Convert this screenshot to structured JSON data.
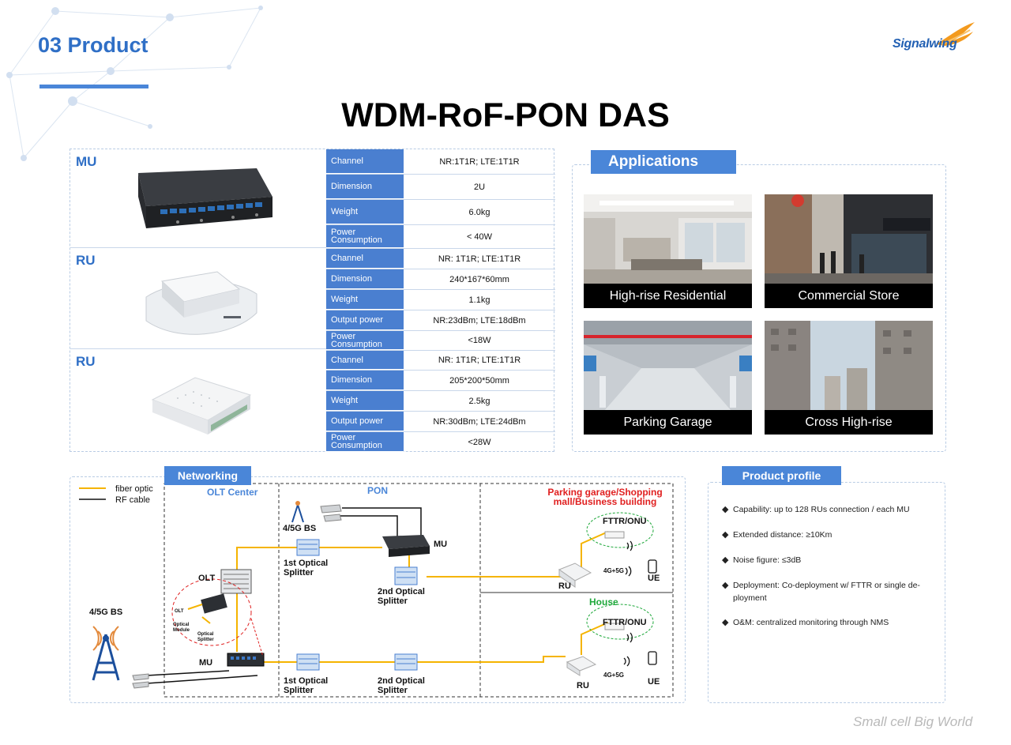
{
  "header": {
    "section_title": "03 Product",
    "logo_text": "Signalwing",
    "main_title": "WDM-RoF-PON DAS"
  },
  "products": [
    {
      "label": "MU",
      "specs": [
        {
          "key": "Channel",
          "value": "NR:1T1R;  LTE:1T1R"
        },
        {
          "key": "Dimension",
          "value": "2U"
        },
        {
          "key": "Weight",
          "value": "6.0kg"
        },
        {
          "key": "Power Consumption",
          "value": "< 40W"
        }
      ]
    },
    {
      "label": "RU",
      "specs": [
        {
          "key": "Channel",
          "value": "NR: 1T1R;  LTE:1T1R"
        },
        {
          "key": "Dimension",
          "value": "240*167*60mm"
        },
        {
          "key": "Weight",
          "value": "1.1kg"
        },
        {
          "key": "Output power",
          "value": "NR:23dBm; LTE:18dBm"
        },
        {
          "key": "Power Consumption",
          "value": "<18W"
        }
      ]
    },
    {
      "label": "RU",
      "specs": [
        {
          "key": "Channel",
          "value": "NR: 1T1R;  LTE:1T1R"
        },
        {
          "key": "Dimension",
          "value": "205*200*50mm"
        },
        {
          "key": "Weight",
          "value": "2.5kg"
        },
        {
          "key": "Output power",
          "value": "NR:30dBm; LTE:24dBm"
        },
        {
          "key": "Power Consumption",
          "value": "<28W"
        }
      ]
    }
  ],
  "applications": {
    "title": "Applications",
    "items": [
      "High-rise Residential",
      "Commercial Store",
      "Parking Garage",
      "Cross High-rise"
    ]
  },
  "networking": {
    "title": "Networking",
    "legend": {
      "fiber": "fiber optic",
      "rf": "RF cable"
    },
    "olt_center": "OLT Center",
    "pon": "PON",
    "scenario_building": "Parking garage/Shopping mall/Business building",
    "scenario_house": "House",
    "labels": {
      "bs_left": "4/5G BS",
      "bs_top": "4/5G BS",
      "olt": "OLT",
      "mu_top": "MU",
      "mu_bottom": "MU",
      "splitter1_top": "1st Optical Splitter",
      "splitter2_top": "2nd Optical Splitter",
      "splitter1_bottom": "1st Optical Splitter",
      "splitter2_bottom": "2nd Optical Splitter",
      "fttr_top": "FTTR/ONU",
      "fttr_bottom": "FTTR/ONU",
      "ru_top": "RU",
      "ru_bottom": "RU",
      "ue_top": "UE",
      "ue_bottom": "UE",
      "g45_top": "4G+5G",
      "g45_bottom": "4G+5G",
      "callout_olt": "OLT",
      "callout_module": "Optical Module",
      "callout_splitter": "Optical Splitter"
    },
    "colors": {
      "fiber": "#f5b400",
      "rf": "#111111",
      "accent": "#4a86d8",
      "red": "#e02020",
      "green": "#1ea83a"
    }
  },
  "profile": {
    "title": "Product profile",
    "items": [
      "Capability: up to 128 RUs connection / each MU",
      "Extended distance: ≥10Km",
      "Noise figure: ≤3dB",
      "Deployment: Co-deployment w/ FTTR or single de-ployment",
      "O&M: centralized monitoring through NMS"
    ]
  },
  "footer": "Small cell Big World"
}
